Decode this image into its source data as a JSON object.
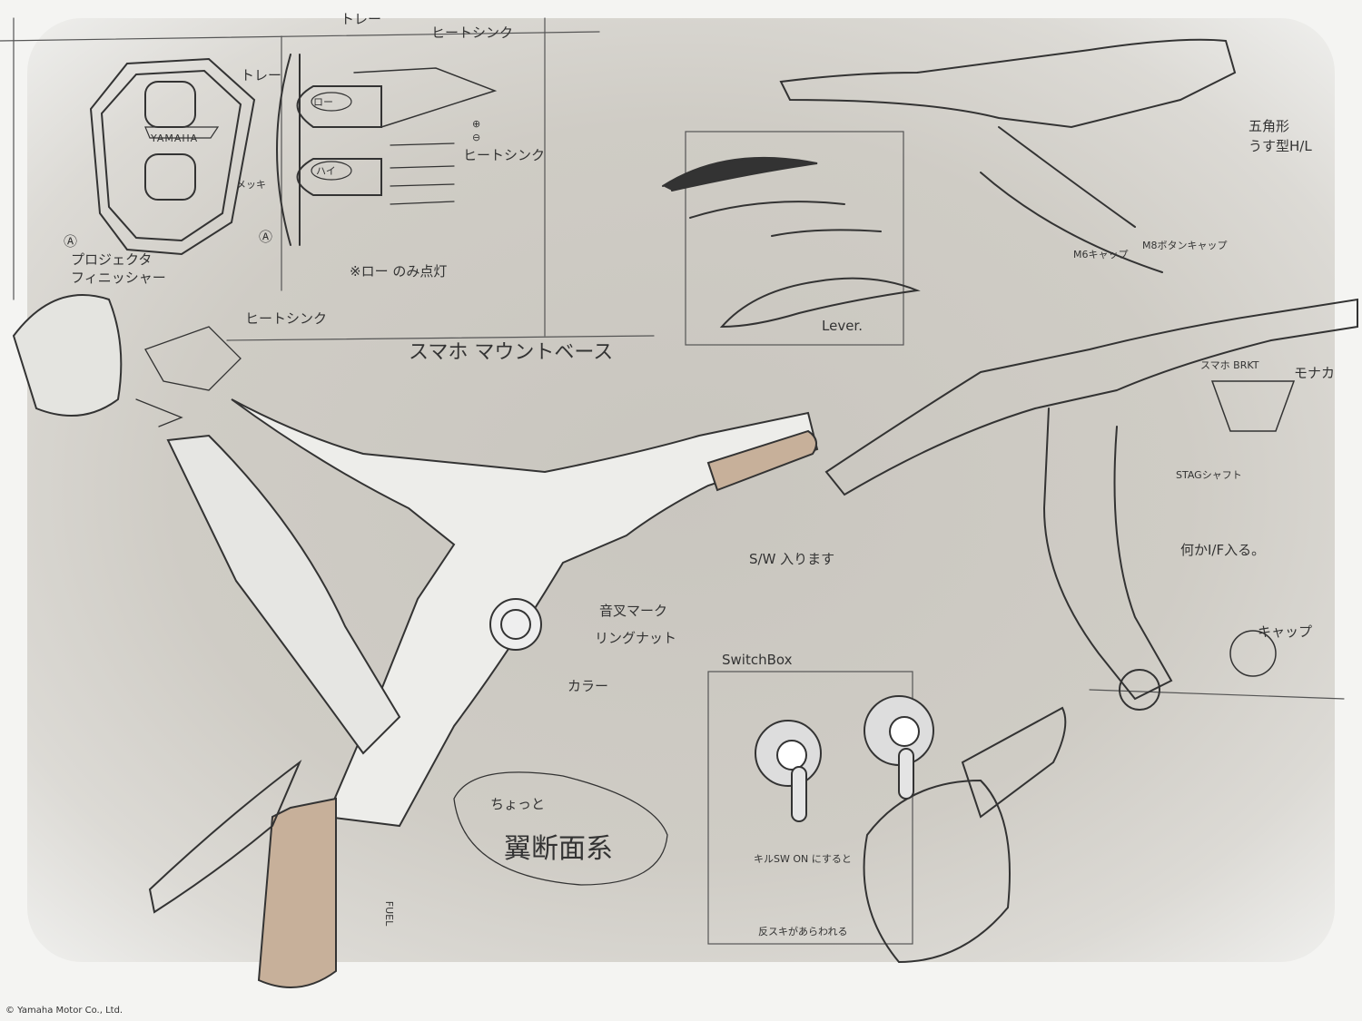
{
  "headlight": {
    "brand": "YAMAHA",
    "labels": {
      "tray_top": "トレー",
      "heatsink_top": "ヒートシンク",
      "tray": "トレー",
      "plating": "メッキ",
      "marker_a1": "Ⓐ",
      "marker_a2": "Ⓐ",
      "projector": "プロジェクタ",
      "finisher": "フィニッシャー",
      "low": "ロー",
      "high": "ハイ",
      "plus": "⊕",
      "minus": "⊖",
      "heatsink_side": "ヒートシンク",
      "note": "※ロー のみ点灯"
    }
  },
  "lever": {
    "label": "Lever."
  },
  "upper_right": {
    "pentagon": "五角形",
    "thin_hl": "うす型H/L",
    "m6": "M6キャップ",
    "m8": "M8ボタンキャップ",
    "bracket": "スマホ BRKT",
    "monaka": "モナカ",
    "shaft": "STAGシャフト",
    "interface": "何かI/F入る。",
    "cap": "キャップ"
  },
  "main": {
    "heatsink": "ヒートシンク",
    "mount_base": "スマホ マウントベース",
    "switch": "S/W 入ります",
    "tuning_fork": "音叉マーク",
    "ring_nut": "リングナット",
    "collar": "カラー",
    "slightly": "ちょっと",
    "airfoil": "翼断面系",
    "fuel": "FUEL"
  },
  "switchbox": {
    "title": "SwitchBox",
    "note1": "キルSW ON にすると",
    "note2": "反スキがあらわれる"
  },
  "copyright": "© Yamaha Motor Co., Ltd."
}
